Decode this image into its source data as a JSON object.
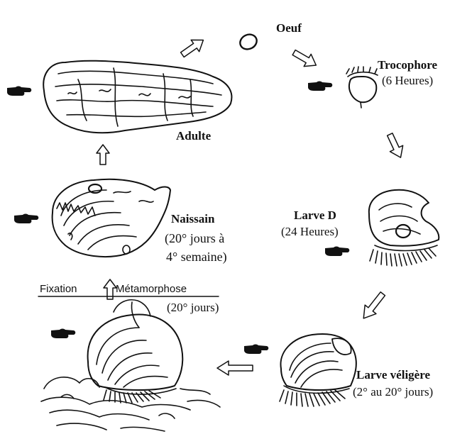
{
  "stages": {
    "oeuf": {
      "name": "Oeuf"
    },
    "trocophore": {
      "name": "Trocophore",
      "time": "(6 Heures)"
    },
    "larve_d": {
      "name": "Larve D",
      "time": "(24 Heures)"
    },
    "larve_veligere": {
      "name": "Larve véligère",
      "time": "(2° au 20° jours)"
    },
    "naissain": {
      "name": "Naissain",
      "time_line1": "(20° jours à",
      "time_line2": "4° semaine)"
    },
    "adulte": {
      "name": "Adulte"
    }
  },
  "transition": {
    "left": "Fixation",
    "right": "Métamorphose",
    "time": "(20° jours)"
  },
  "colors": {
    "ink": "#111111",
    "background": "#ffffff"
  },
  "icons": [
    "pointing-hand-icon",
    "hollow-arrow-icon"
  ]
}
